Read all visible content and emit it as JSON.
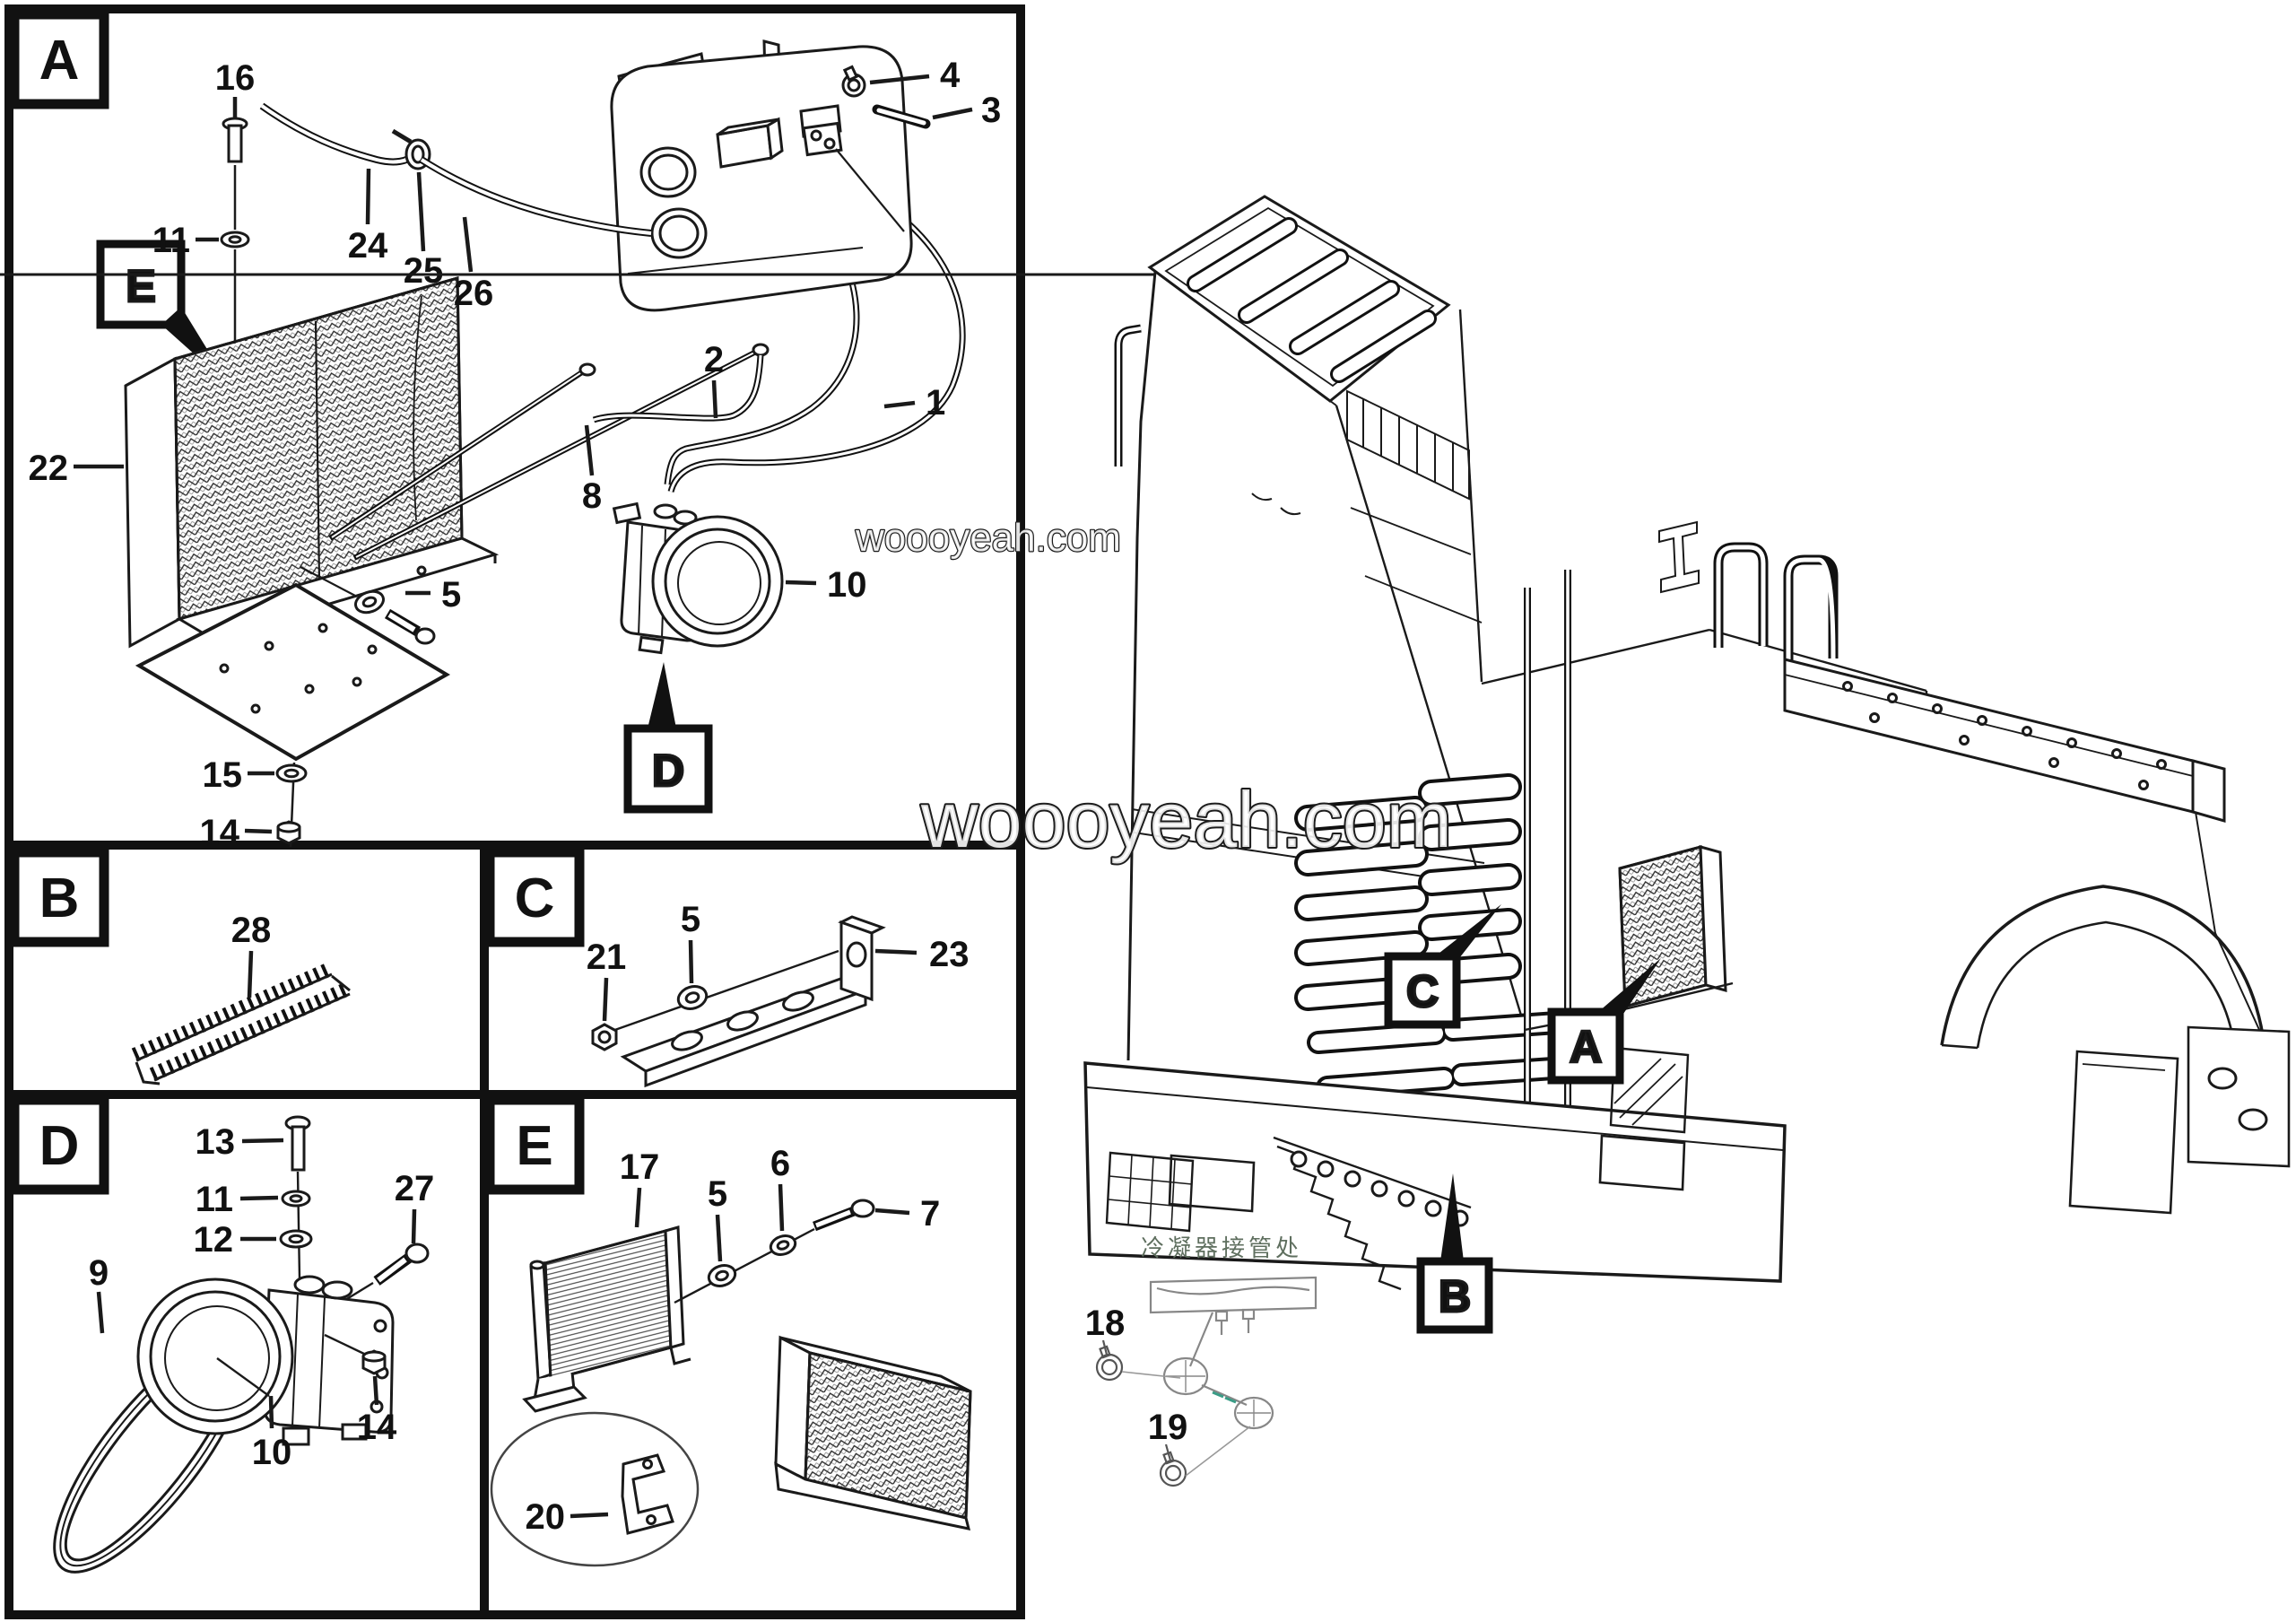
{
  "watermark": {
    "text": "woooyeah.com"
  },
  "letters": {
    "a": "A",
    "b": "B",
    "c": "C",
    "d": "D",
    "e": "E"
  },
  "parts": {
    "n1": "1",
    "n2": "2",
    "n3": "3",
    "n4": "4",
    "n5": "5",
    "n6": "6",
    "n7": "7",
    "n8": "8",
    "n9": "9",
    "n10": "10",
    "n11": "11",
    "n12": "12",
    "n13": "13",
    "n14": "14",
    "n15": "15",
    "n16": "16",
    "n17": "17",
    "n18": "18",
    "n19": "19",
    "n20": "20",
    "n21": "21",
    "n22": "22",
    "n23": "23",
    "n24": "24",
    "n25": "25",
    "n26": "26",
    "n27": "27",
    "n28": "28"
  },
  "annotations": {
    "condenser_pipe_cn": "冷凝器接管处"
  },
  "colors": {
    "line": "#1a1a1a",
    "detail_gray": "#878787",
    "teal_accent": "#3a9c86",
    "cn_text": "#5f6f5f",
    "background": "#ffffff"
  }
}
